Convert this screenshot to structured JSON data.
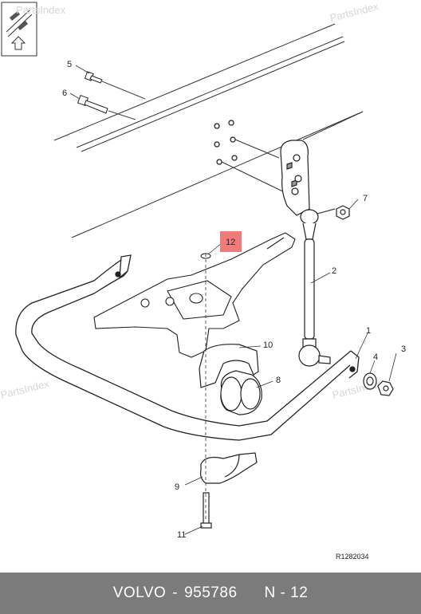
{
  "watermarks": [
    "PartsIndex",
    "PartsIndex",
    "PartsIndex",
    "PartsIndex"
  ],
  "callouts": {
    "c1": "1",
    "c2": "2",
    "c3": "3",
    "c4": "4",
    "c5": "5",
    "c6": "6",
    "c7": "7",
    "c8": "8",
    "c9": "9",
    "c10": "10",
    "c11": "11",
    "c12": "12"
  },
  "highlight_color": "#f07b7b",
  "diagram_ref": "R1282034",
  "footer": {
    "brand": "VOLVO",
    "sep": "-",
    "part_number": "955786",
    "position": "N - 12"
  }
}
